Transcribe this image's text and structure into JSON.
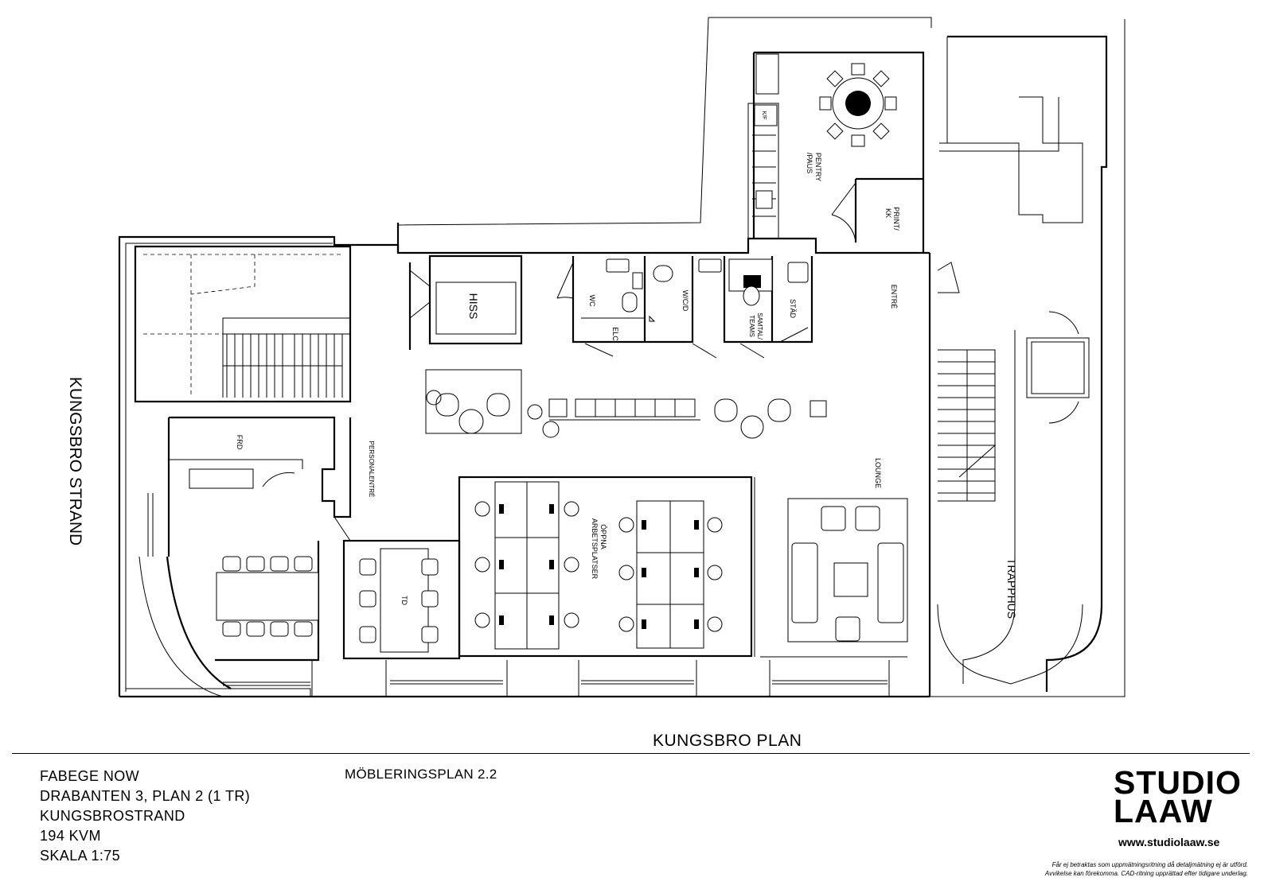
{
  "street_labels": {
    "left": "KUNGSBRO STRAND",
    "bottom": "KUNGSBRO PLAN"
  },
  "rooms": {
    "hiss": "HISS",
    "wc1": "WC",
    "elc": "ELC",
    "wcd": "W/C/D",
    "samtal_line1": "SAMTAL/",
    "samtal_line2": "TEAMS",
    "stad": "STÄD",
    "pentry_line1": "PENTRY",
    "pentry_line2": "/PAUS",
    "kf": "K/F",
    "print_line1": "PRINT/",
    "print_line2": "KK",
    "entre": "ENTRÉ",
    "lounge": "LOUNGE",
    "frd": "FRD",
    "personalentre": "PERSONALENTRÉ",
    "td": "TD",
    "oppna_line1": "ÖPPNA",
    "oppna_line2": "ARBETSPLATSER",
    "trapphus": "TRAPPHUS"
  },
  "title_block": {
    "project": "FABEGE NOW",
    "address": "DRABANTEN 3, PLAN 2 (1 TR)",
    "street": "KUNGSBROSTRAND",
    "area": "194 KVM",
    "scale": "SKALA 1:75",
    "sheet_title": "MÖBLERINGSPLAN 2.2"
  },
  "studio": {
    "logo_line1": "STUDIO",
    "logo_line2": "LAAW",
    "website": "www.studiolaaw.se",
    "disclaimer_line1": "Får ej betraktas som uppmätningsritning då detaljmätning ej är utförd.",
    "disclaimer_line2": "Avvikelse kan förekomma. CAD-ritning upprättad efter tidigare underlag."
  }
}
